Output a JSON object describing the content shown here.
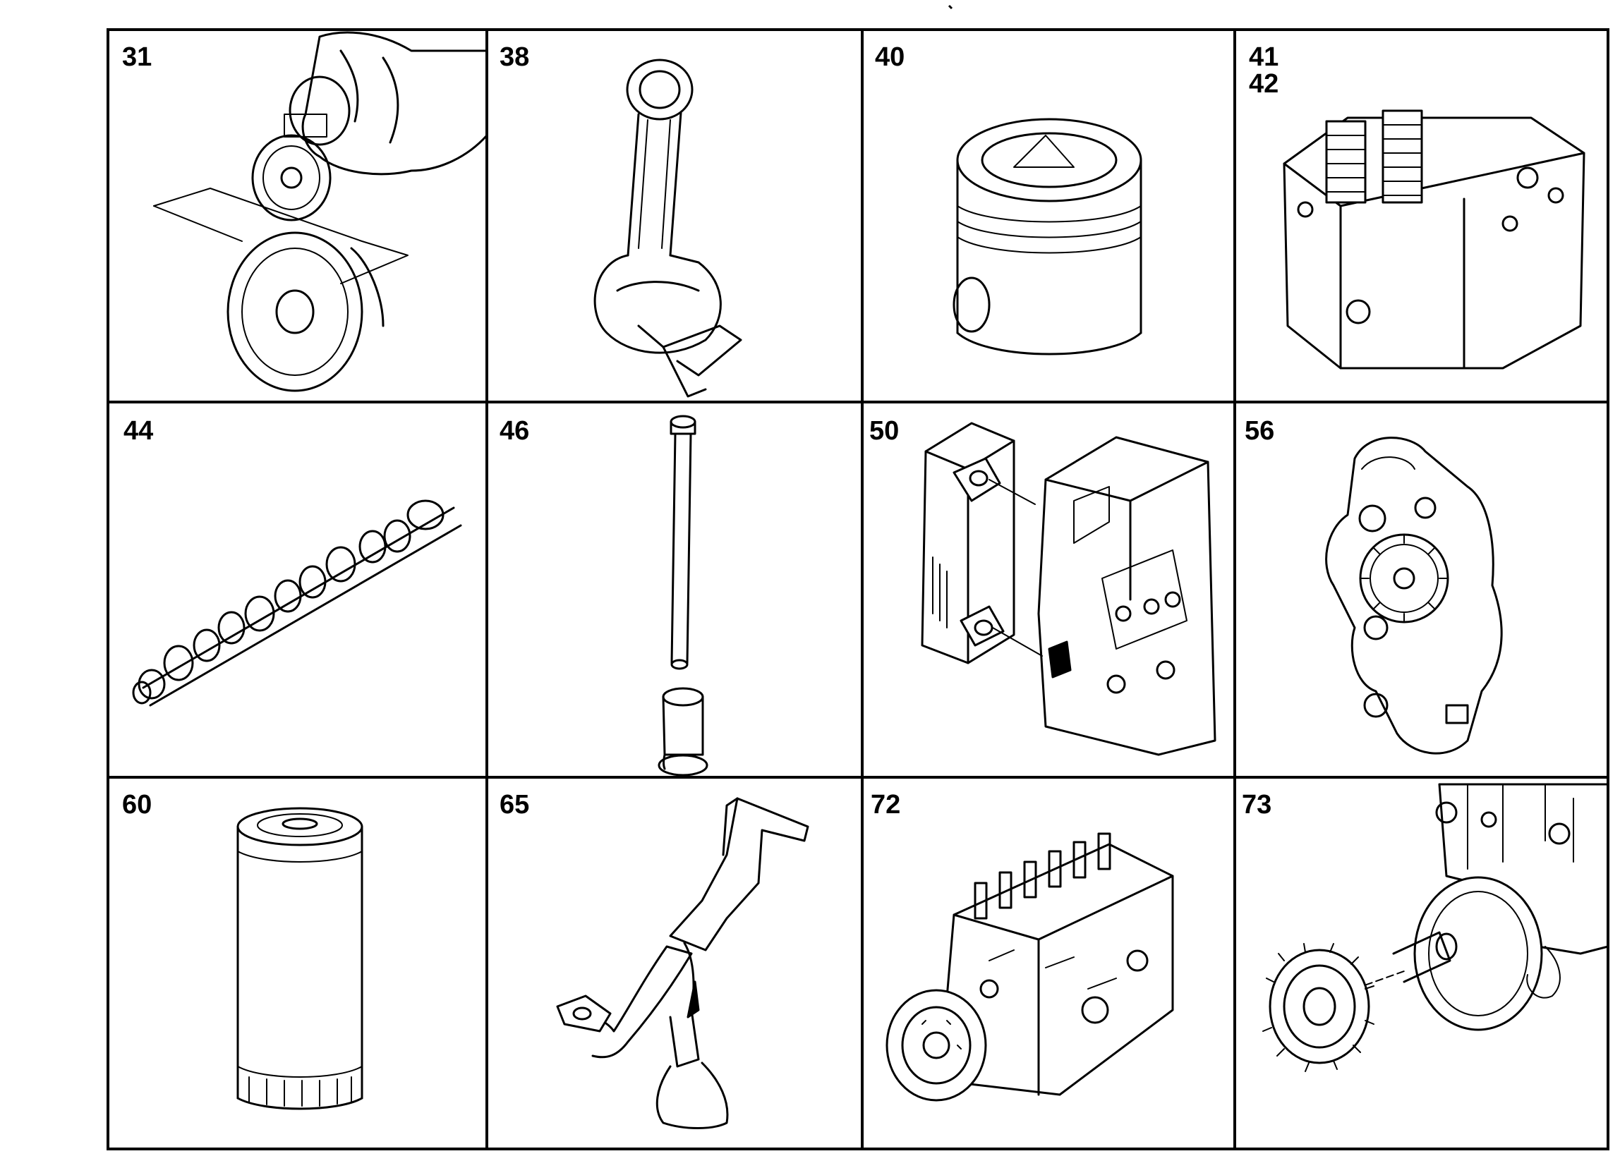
{
  "sheet": {
    "cells": [
      {
        "id": "c31",
        "label": "31",
        "part": "crankshaft-gear-pulley"
      },
      {
        "id": "c38",
        "label": "38",
        "part": "connecting-rod"
      },
      {
        "id": "c40",
        "label": "40",
        "part": "piston"
      },
      {
        "id": "c41",
        "label": "41\n42",
        "part": "cylinder-head"
      },
      {
        "id": "c44",
        "label": "44",
        "part": "camshaft"
      },
      {
        "id": "c46",
        "label": "46",
        "part": "push-rod-tappet"
      },
      {
        "id": "c50",
        "label": "50",
        "part": "oil-cooler"
      },
      {
        "id": "c56",
        "label": "56",
        "part": "oil-pump"
      },
      {
        "id": "c60",
        "label": "60",
        "part": "oil-filter"
      },
      {
        "id": "c65",
        "label": "65",
        "part": "oil-suction-pipe"
      },
      {
        "id": "c72",
        "label": "72",
        "part": "injection-pump"
      },
      {
        "id": "c73",
        "label": "73",
        "part": "pump-drive-gear"
      }
    ]
  }
}
